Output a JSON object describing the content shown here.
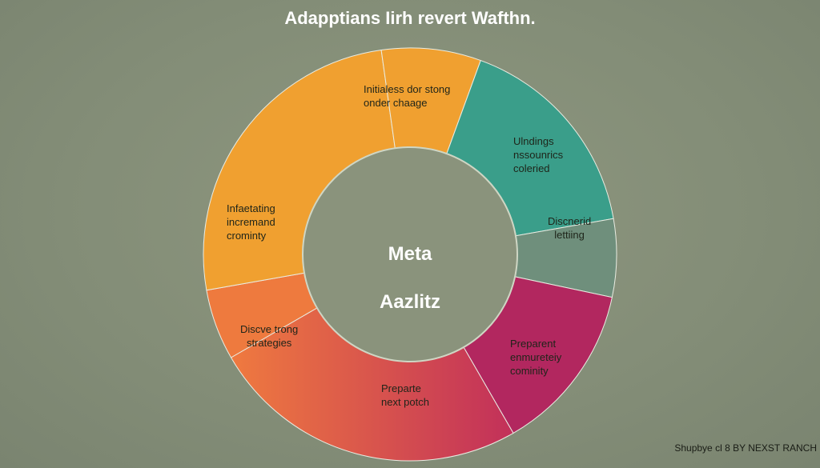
{
  "title": "Adapptians Iirh revert Wafthn.",
  "center": {
    "line1": "Meta",
    "line2": "Aazlitz"
  },
  "segments": [
    {
      "id": "orange",
      "label": "Initialess dor stong\nonder chaage",
      "color": "#f0a030"
    },
    {
      "id": "teal",
      "label": "Ulndings\nnssounrics\ncoleried",
      "color": "#3a9e8a"
    },
    {
      "id": "teal-2",
      "label": "Discnerid\nlettiing",
      "color": "#3a9e8a"
    },
    {
      "id": "magenta",
      "label": "Preparent\nenmureteiy\ncominity",
      "color": "#b2275f"
    },
    {
      "id": "gradient-bottom",
      "label": "Preparte\nnext potch",
      "color": "#e0594a"
    },
    {
      "id": "orange-left",
      "label": "Infaetating\nincremand\ncrominty",
      "color": "#f0a030"
    },
    {
      "id": "coral",
      "label": "Discve trong\nstrategies",
      "color": "#ee7a3e"
    }
  ],
  "footer": "Shupbye cl 8 BY NEXST RANCH"
}
